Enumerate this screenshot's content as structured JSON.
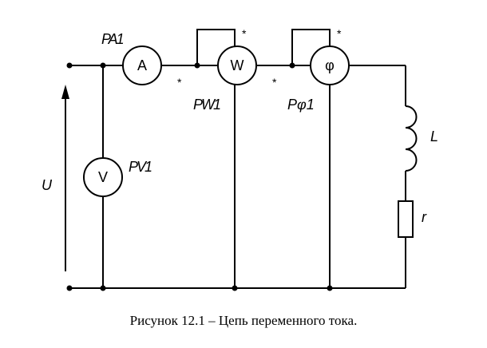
{
  "labels": {
    "ammeter_ref": "PA1",
    "wattmeter_ref": "PW1",
    "phasemeter_ref": "Pφ1",
    "voltmeter_ref": "PV1",
    "voltage": "U",
    "inductance": "L",
    "resistance": "r"
  },
  "meters": {
    "ammeter": "A",
    "wattmeter": "W",
    "phasemeter": "φ",
    "voltmeter": "V"
  },
  "generator_marks": {
    "wattmeter_current": "*",
    "wattmeter_voltage": "*",
    "phasemeter_current": "*",
    "phasemeter_voltage": "*"
  },
  "caption": "Рисунок 12.1 – Цепь переменного тока."
}
